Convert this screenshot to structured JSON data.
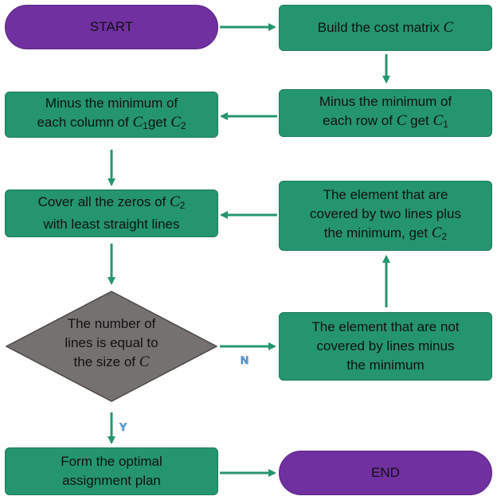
{
  "diagram": {
    "colors": {
      "process_fill": "#25956f",
      "terminal_fill": "#7030a0",
      "decision_fill": "#767171",
      "arrow": "#25956f",
      "edge_label": "#6fa8dc"
    },
    "nodes": {
      "start": {
        "text": "START"
      },
      "build": {
        "pre": "Build the cost matrix ",
        "var": "C"
      },
      "minus_row": {
        "line1": "Minus the minimum of",
        "pre": "each row of ",
        "var": "C",
        "mid": " get ",
        "var2": "C",
        "sub2": "1"
      },
      "minus_col": {
        "line1": "Minus the minimum of",
        "pre": "each column of ",
        "var": "C",
        "sub": "1",
        "mid": "get ",
        "var2": "C",
        "sub2": "2"
      },
      "cover": {
        "pre": "Cover all the zeros of ",
        "var": "C",
        "sub": "2",
        "line2": "with least straight lines"
      },
      "plus": {
        "line1": "The element that are",
        "line2": "covered by two lines plus",
        "pre": "the minimum, get ",
        "var": "C",
        "sub": "2"
      },
      "decision": {
        "line1": "The number of",
        "line2": "lines is equal to",
        "pre": "the size of ",
        "var": "C"
      },
      "not_covered": {
        "line1": "The element that are not",
        "line2": "covered by lines minus",
        "line3": "the minimum"
      },
      "optimal": {
        "line1": "Form the optimal",
        "line2": "assignment plan"
      },
      "end": {
        "text": "END"
      }
    },
    "edge_labels": {
      "no": "N",
      "yes": "Y"
    }
  }
}
